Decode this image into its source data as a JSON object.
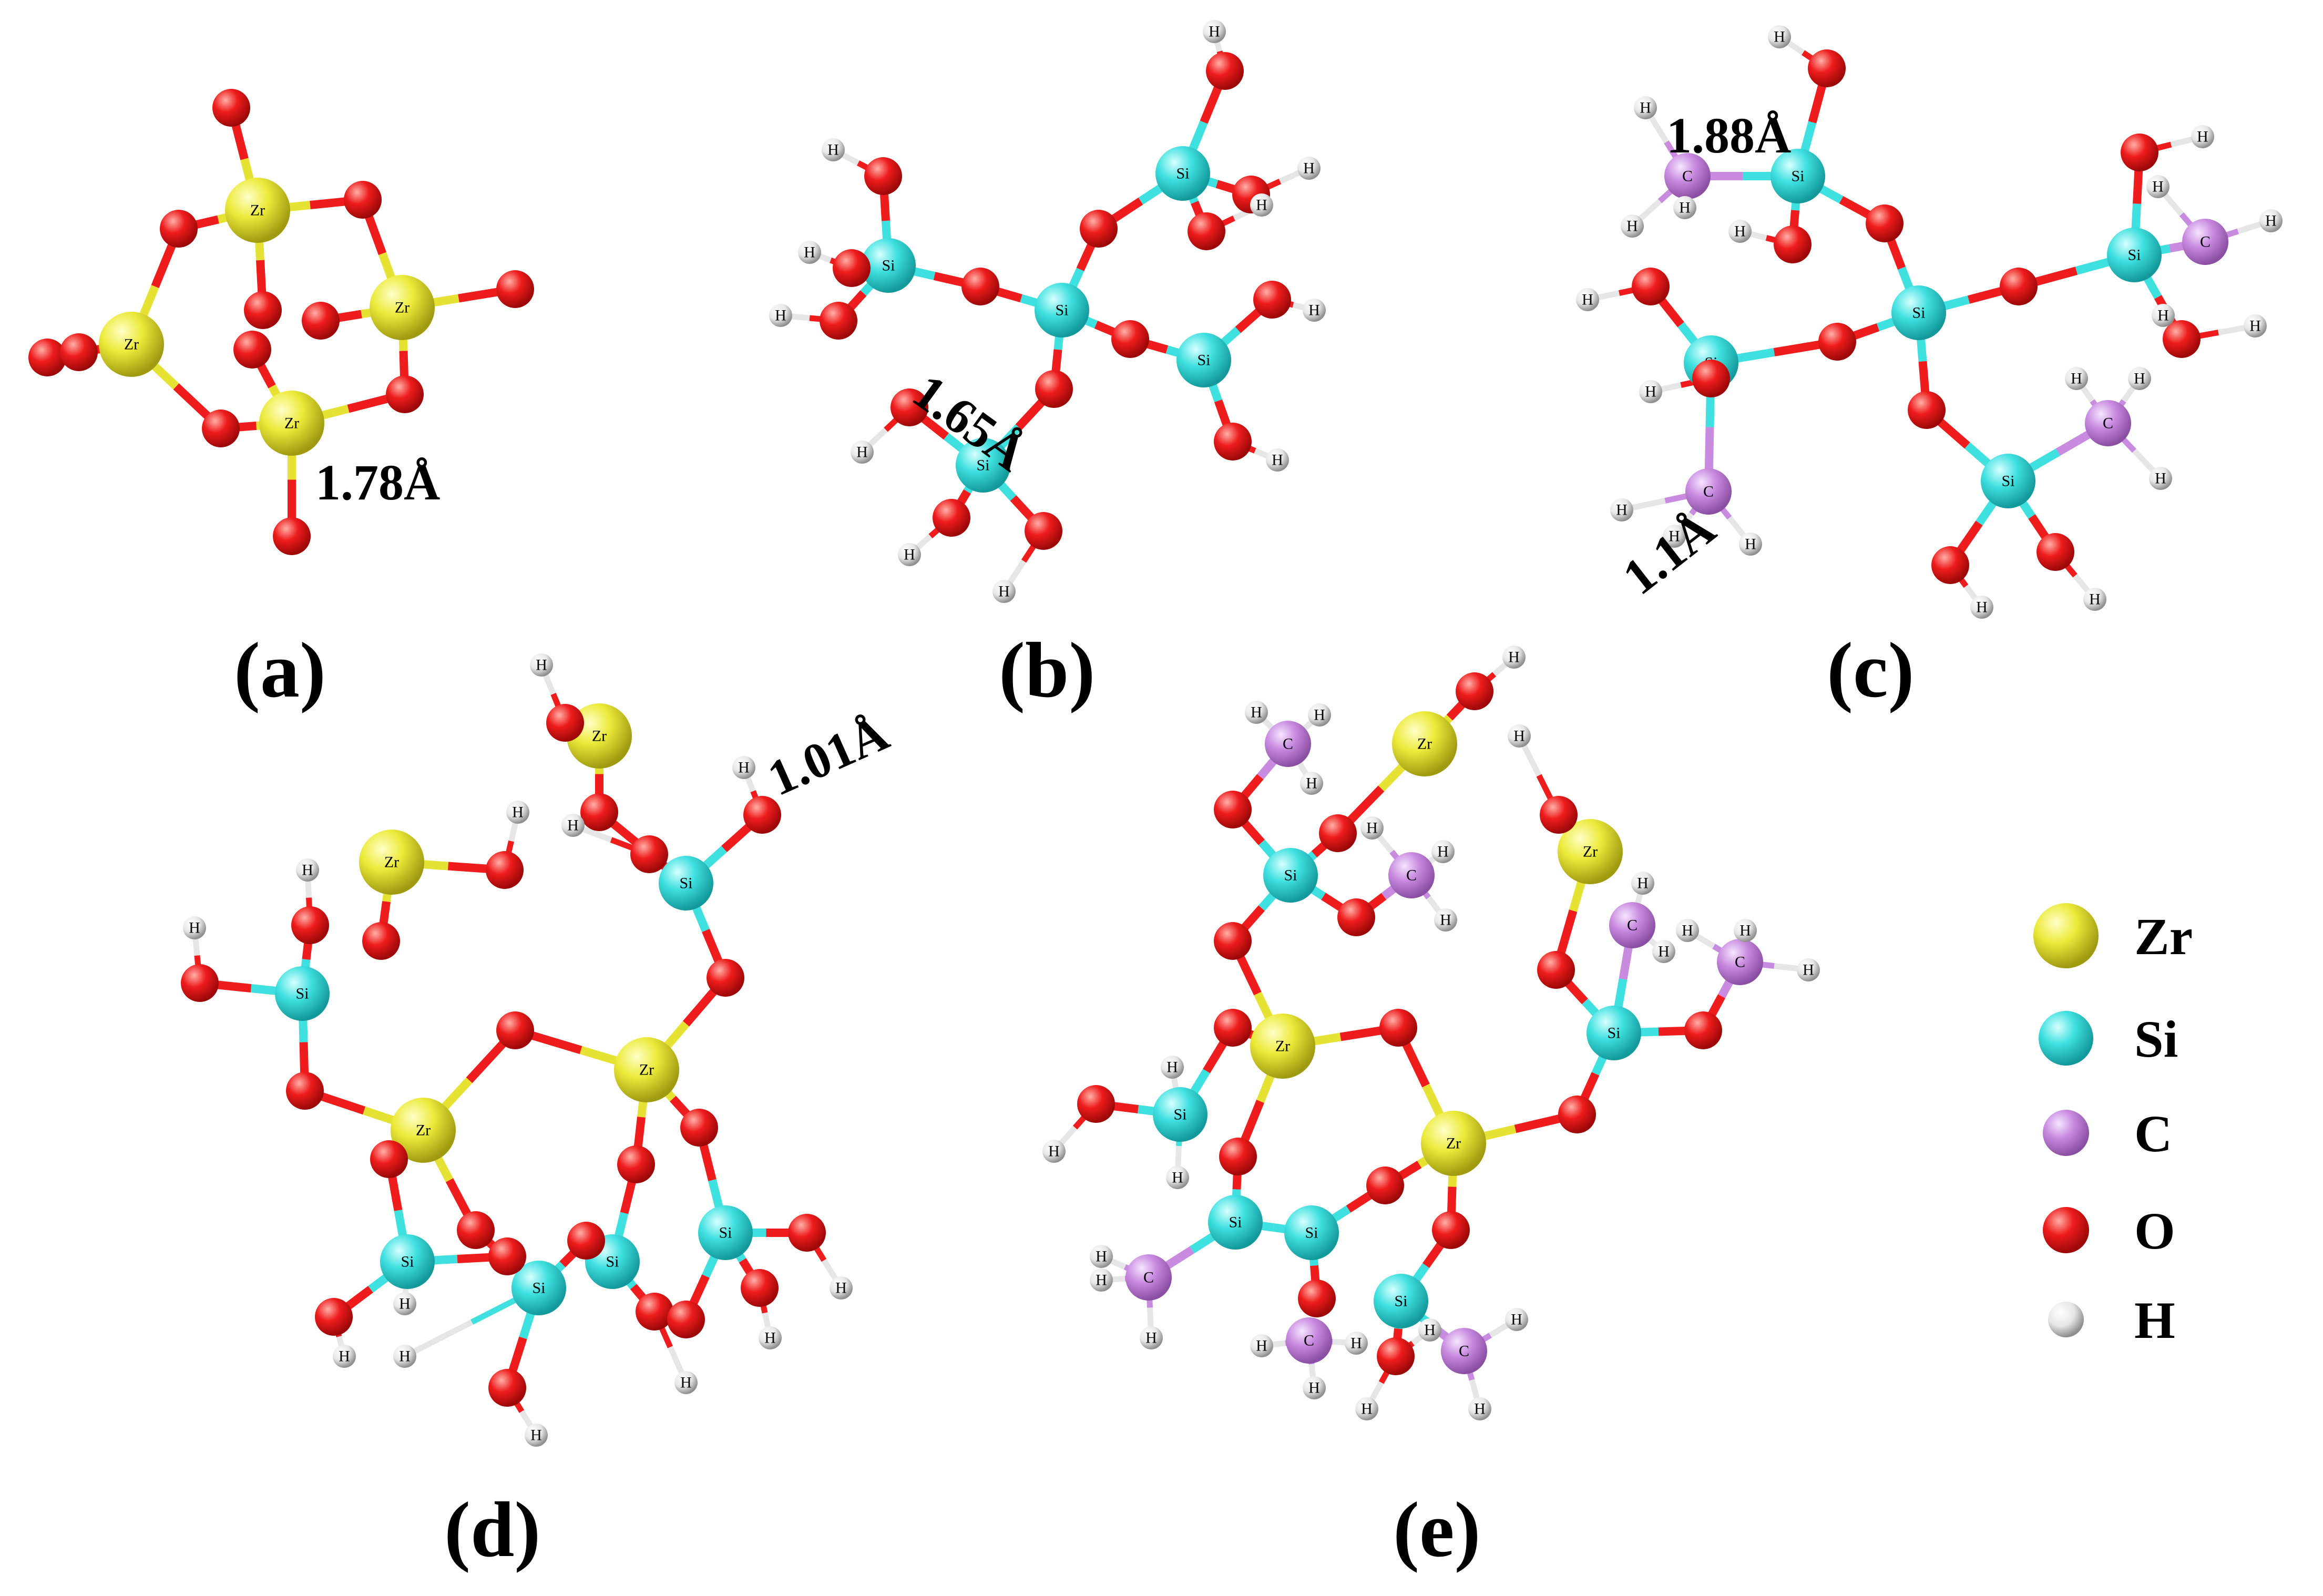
{
  "panels": [
    {
      "id": "a",
      "label": "(a)",
      "distance": "1.78Å"
    },
    {
      "id": "b",
      "label": "(b)",
      "distance": "1.65Å"
    },
    {
      "id": "c",
      "label": "(c)",
      "distances": [
        "1.88Å",
        "1.1Å"
      ]
    },
    {
      "id": "d",
      "label": "(d)",
      "distance": "1.01Å"
    },
    {
      "id": "e",
      "label": "(e)"
    }
  ],
  "atom_labels": {
    "Zr": "Zr",
    "Si": "Si",
    "C": "C",
    "H": "H"
  },
  "legend": [
    {
      "element": "Zr",
      "color": "#e6e234"
    },
    {
      "element": "Si",
      "color": "#3fe0e0"
    },
    {
      "element": "C",
      "color": "#c98be0"
    },
    {
      "element": "O",
      "color": "#ee1c1c"
    },
    {
      "element": "H",
      "color": "#e0e0e0"
    }
  ],
  "colors": {
    "Zr": "#e6e234",
    "Si": "#3fe0e0",
    "C": "#c98be0",
    "O": "#ee1c1c",
    "H": "#e6e6e6"
  }
}
